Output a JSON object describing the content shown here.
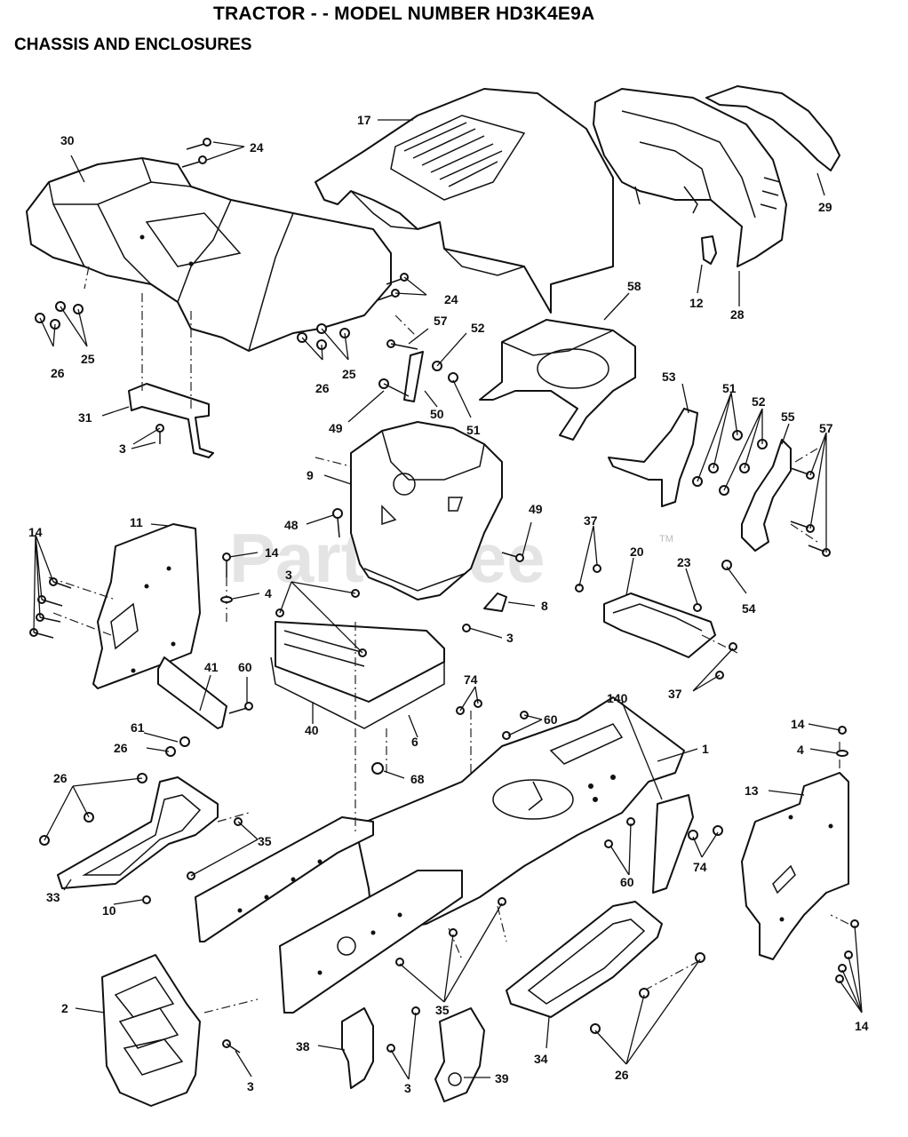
{
  "header": {
    "title": "TRACTOR - - MODEL NUMBER HD3K4E9A",
    "subtitle": "CHASSIS AND ENCLOSURES"
  },
  "watermark": {
    "text": "PartsTree",
    "trademark": "TM"
  },
  "callouts": [
    "30",
    "24",
    "17",
    "29",
    "24",
    "12",
    "28",
    "58",
    "26",
    "25",
    "26",
    "25",
    "57",
    "52",
    "24",
    "31",
    "49",
    "50",
    "51",
    "53",
    "51",
    "52",
    "55",
    "57",
    "3",
    "9",
    "48",
    "49",
    "37",
    "20",
    "23",
    "14",
    "11",
    "14",
    "4",
    "3",
    "8",
    "54",
    "3",
    "37",
    "41",
    "60",
    "74",
    "140",
    "1",
    "61",
    "26",
    "40",
    "6",
    "60",
    "14",
    "4",
    "26",
    "68",
    "13",
    "35",
    "33",
    "10",
    "60",
    "74",
    "2",
    "35",
    "38",
    "3",
    "39",
    "34",
    "26",
    "3",
    "14"
  ]
}
